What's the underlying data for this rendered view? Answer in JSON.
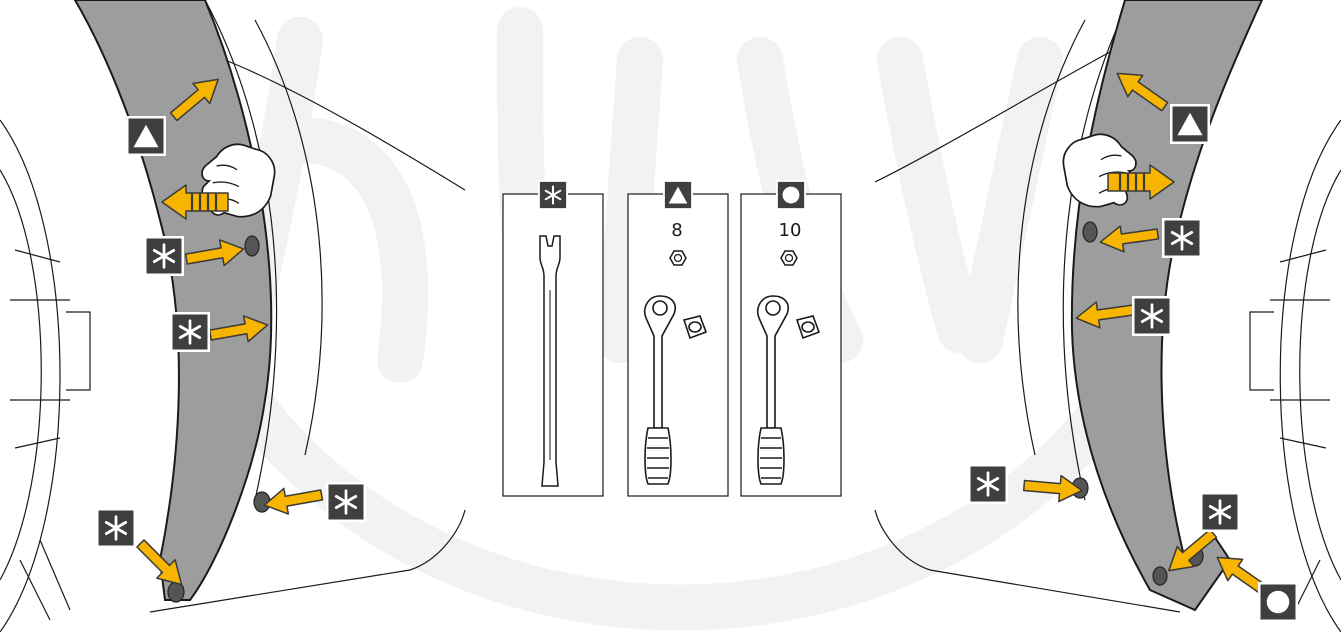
{
  "tool_panels": [
    {
      "marker": "asterisk"
    },
    {
      "marker": "triangle",
      "size_label": "8"
    },
    {
      "marker": "circle",
      "size_label": "10"
    }
  ],
  "legend_markers": {
    "asterisk": "trim-removal-tool",
    "triangle": "8mm-socket-fastener",
    "circle": "10mm-socket-fastener"
  },
  "colors": {
    "arrow_fill": "#F7B500",
    "arrow_stroke": "#3a3a3a",
    "liner": "#9d9d9d",
    "marker_bg": "#3f3f3f",
    "marker_border": "#ffffff",
    "watermark": "#f2f2f2",
    "line": "#1a1a1a",
    "bolt": "#555555"
  },
  "icons": [
    "asterisk-marker-icon",
    "triangle-marker-icon",
    "circle-marker-icon",
    "push-arrow-icon",
    "pull-arrow-icon",
    "gloved-hand-icon",
    "trim-tool-icon",
    "ratchet-icon",
    "socket-icon",
    "hex-nut-icon"
  ]
}
